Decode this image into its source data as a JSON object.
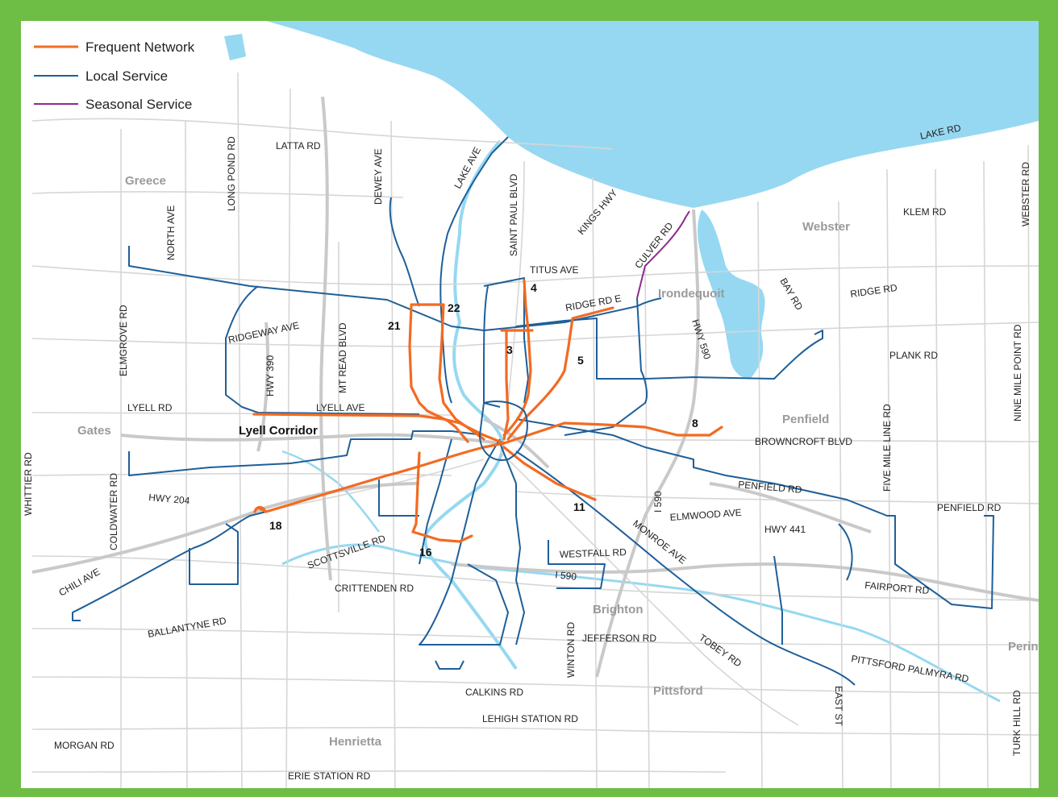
{
  "legend": {
    "items": [
      {
        "label": "Frequent Network",
        "color": "#f26b22"
      },
      {
        "label": "Local Service",
        "color": "#1e5f99"
      },
      {
        "label": "Seasonal Service",
        "color": "#8e2a8e"
      }
    ]
  },
  "towns": {
    "greece": "Greece",
    "webster": "Webster",
    "irondequoit": "Irondequoit",
    "gates": "Gates",
    "penfield": "Penfield",
    "brighton": "Brighton",
    "pittsford": "Pittsford",
    "henrietta": "Henrietta",
    "perinton": "Perin"
  },
  "corridor": "Lyell Corridor",
  "routes": {
    "r3": "3",
    "r4": "4",
    "r5": "5",
    "r8": "8",
    "r11": "11",
    "r16": "16",
    "r18": "18",
    "r21": "21",
    "r22": "22"
  },
  "roads": {
    "latta": "LATTA RD",
    "long_pond": "LONG POND RD",
    "dewey": "DEWEY AVE",
    "lake_ave": "LAKE AVE",
    "saint_paul": "SAINT PAUL BLVD",
    "kings_hwy": "KINGS HWY",
    "culver": "CULVER RD",
    "lake_rd": "LAKE RD",
    "webster_rd": "WEBSTER RD",
    "klem": "KLEM RD",
    "north_ave": "NORTH AVE",
    "titus": "TITUS AVE",
    "ridge_e": "RIDGE RD E",
    "bay": "BAY RD",
    "ridge": "RIDGE RD",
    "elmgrove": "ELMGROVE RD",
    "ridgeway": "RIDGEWAY AVE",
    "mt_read": "MT READ BLVD",
    "hwy390": "HWY 390",
    "hwy590": "HWY 590",
    "plank": "PLANK RD",
    "nine_mile": "NINE MILE POINT RD",
    "five_mile": "FIVE MILE LINE RD",
    "lyell_rd": "LYELL RD",
    "lyell_ave": "LYELL AVE",
    "browncroft": "BROWNCROFT BLVD",
    "whittier": "WHITTIER RD",
    "coldwater": "COLDWATER RD",
    "hwy204": "HWY 204",
    "penfield_rd": "PENFIELD RD",
    "penfield_rd_e": "PENFIELD RD",
    "i590": "I 590",
    "elmwood": "ELMWOOD AVE",
    "hwy441": "HWY 441",
    "monroe": "MONROE AVE",
    "scottsville": "SCOTTSVILLE RD",
    "westfall": "WESTFALL RD",
    "i590b": "I 590",
    "chili": "CHILI AVE",
    "crittenden": "CRITTENDEN RD",
    "fairport": "FAIRPORT RD",
    "ballantyne": "BALLANTYNE RD",
    "winton": "WINTON RD",
    "jefferson": "JEFFERSON RD",
    "tobey": "TOBEY RD",
    "pittsford_palmyra": "PITTSFORD PALMYRA RD",
    "calkins": "CALKINS RD",
    "east_st": "EAST ST",
    "turk_hill": "TURK HILL RD",
    "lehigh": "LEHIGH STATION RD",
    "morgan": "MORGAN RD",
    "erie_station": "ERIE STATION RD"
  }
}
